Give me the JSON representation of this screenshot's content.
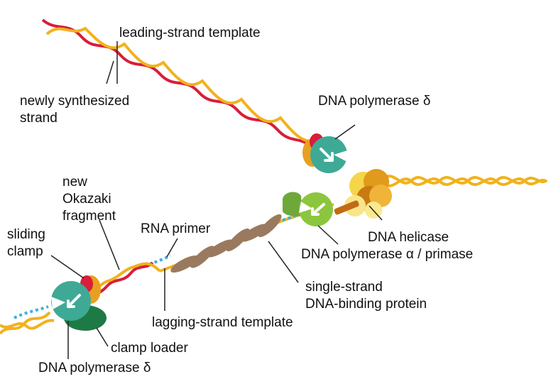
{
  "labels": {
    "leading_template": "leading-strand template",
    "newly_synthesized": "newly synthesized",
    "newly_synthesized_2": "strand",
    "pol_delta_top": "DNA polymerase δ",
    "new": "new",
    "okazaki": "Okazaki",
    "fragment": "fragment",
    "rna_primer": "RNA primer",
    "helicase": "DNA helicase",
    "sliding": "sliding",
    "clamp": "clamp",
    "pol_alpha": "DNA polymerase α / primase",
    "ss_binding_1": "single-strand",
    "ss_binding_2": "DNA-binding protein",
    "lagging_template": "lagging-strand template",
    "clamp_loader": "clamp loader",
    "pol_delta_bottom": "DNA polymerase δ"
  },
  "colors": {
    "template_strand": "#f2b21c",
    "new_strand": "#d81e3a",
    "rna_primer": "#3fb0e0",
    "polymerase_delta": "#3eaa95",
    "polymerase_alpha": "#8cc63f",
    "helicase": "#e09a1c",
    "ssb_protein": "#9a7a5e",
    "clamp_loader": "#1e7a45",
    "sliding_clamp": "#e8a020"
  }
}
